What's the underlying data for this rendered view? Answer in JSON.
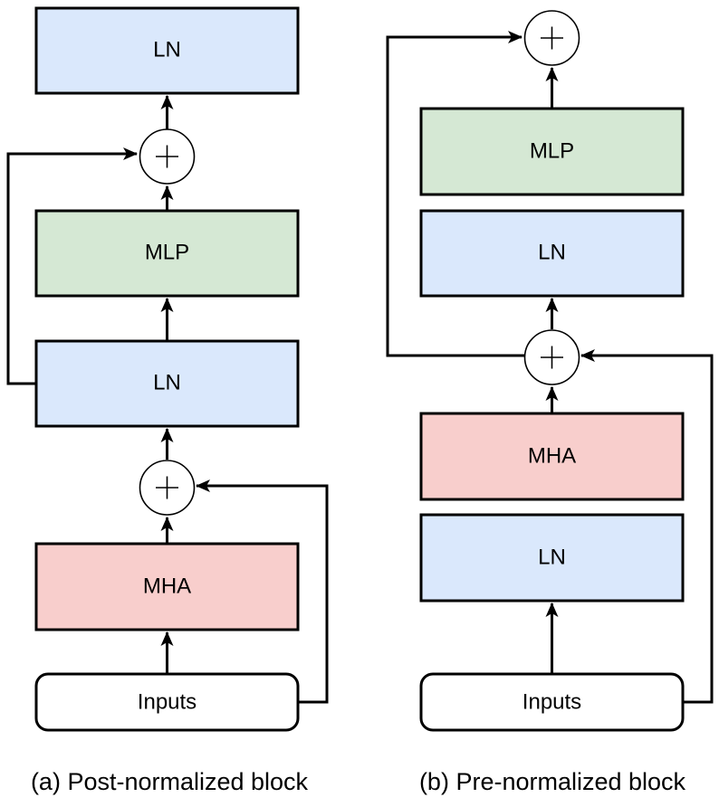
{
  "colors": {
    "ln_fill": "#dae8fc",
    "mlp_fill": "#d5e8d4",
    "mha_fill": "#f8cecc",
    "input_fill": "#ffffff",
    "stroke": "#000000"
  },
  "post_block": {
    "top_ln_label": "LN",
    "mlp_label": "MLP",
    "mid_ln_label": "LN",
    "mha_label": "MHA",
    "inputs_label": "Inputs",
    "caption": "(a) Post-normalized block"
  },
  "pre_block": {
    "mlp_label": "MLP",
    "upper_ln_label": "LN",
    "mha_label": "MHA",
    "lower_ln_label": "LN",
    "inputs_label": "Inputs",
    "caption": "(b) Pre-normalized block"
  }
}
